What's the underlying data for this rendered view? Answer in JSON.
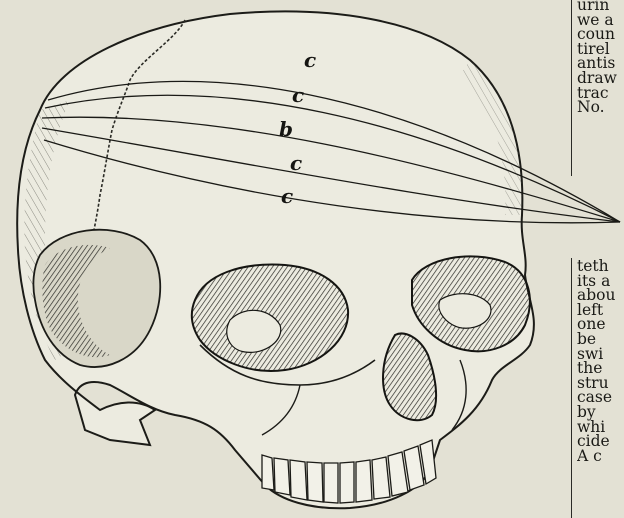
{
  "figure": {
    "labels": [
      "c",
      "c",
      "b",
      "c",
      "c"
    ]
  },
  "column_top": {
    "lines": [
      "urin",
      "we a",
      "coun",
      "tirel",
      "antis",
      "draw",
      "trac",
      "No."
    ]
  },
  "column_bottom": {
    "lines": [
      "teth",
      "its a",
      "abou",
      "left",
      "one",
      "be",
      "swi",
      "the",
      "stru",
      "case",
      "by",
      "whi",
      "cide",
      "A c"
    ]
  }
}
